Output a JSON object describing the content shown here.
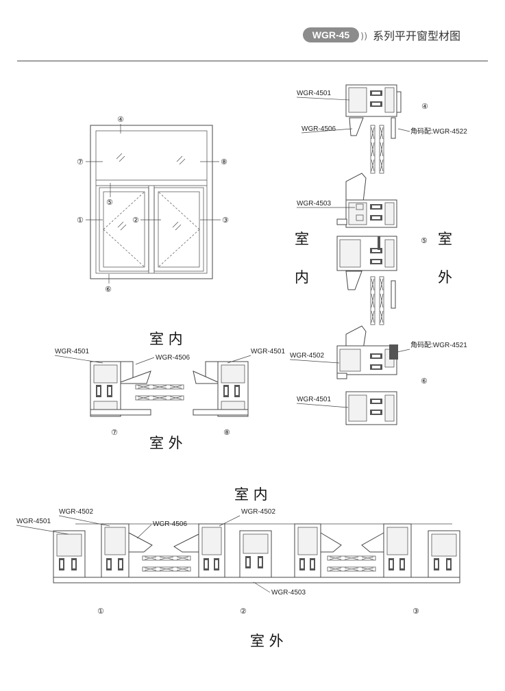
{
  "header": {
    "series": "WGR-45",
    "title": "系列平开窗型材图",
    "badge_color": "#8c8c8c"
  },
  "elevation": {
    "markers": [
      "④",
      "⑦",
      "⑧",
      "⑤",
      "①",
      "②",
      "③",
      "⑥"
    ]
  },
  "section_vertical": {
    "labels": [
      "WGR-4501",
      "WGR-4506",
      "角码配:WGR-4522",
      "WGR-4503",
      "WGR-4502",
      "角码配:WGR-4521",
      "WGR-4501"
    ],
    "markers": [
      "④",
      "⑤",
      "⑥"
    ],
    "inside": [
      "室",
      "内"
    ],
    "outside": [
      "室",
      "外"
    ]
  },
  "section_top": {
    "inside": "室 内",
    "outside": "室 外",
    "labels": [
      "WGR-4501",
      "WGR-4506",
      "WGR-4501"
    ],
    "markers": [
      "⑦",
      "⑧"
    ]
  },
  "section_bottom": {
    "inside": "室 内",
    "outside": "室 外",
    "labels": [
      "WGR-4501",
      "WGR-4502",
      "WGR-4506",
      "WGR-4502",
      "WGR-4503"
    ],
    "markers": [
      "①",
      "②",
      "③"
    ]
  }
}
